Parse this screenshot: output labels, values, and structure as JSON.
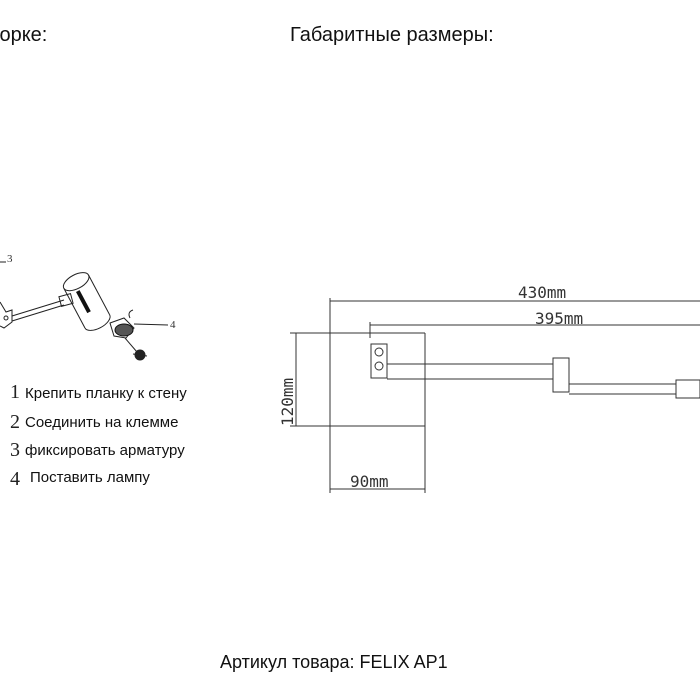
{
  "headers": {
    "assembly": "сборке:",
    "dimensions": "Габаритные размеры:"
  },
  "steps": [
    {
      "num": "1",
      "text": "Крепить планку к стену"
    },
    {
      "num": "2",
      "text": "Соединить на клемме"
    },
    {
      "num": "3",
      "text": "фиксировать арматуру"
    },
    {
      "num": "4",
      "text": "Поставить лампу"
    }
  ],
  "callouts": {
    "c3": "3",
    "c4": "4"
  },
  "dimensions": {
    "total_length": "430mm",
    "arm_length": "395mm",
    "height": "120mm",
    "depth": "90mm"
  },
  "footer": {
    "article": "Артикул товара: FELIX AP1"
  }
}
